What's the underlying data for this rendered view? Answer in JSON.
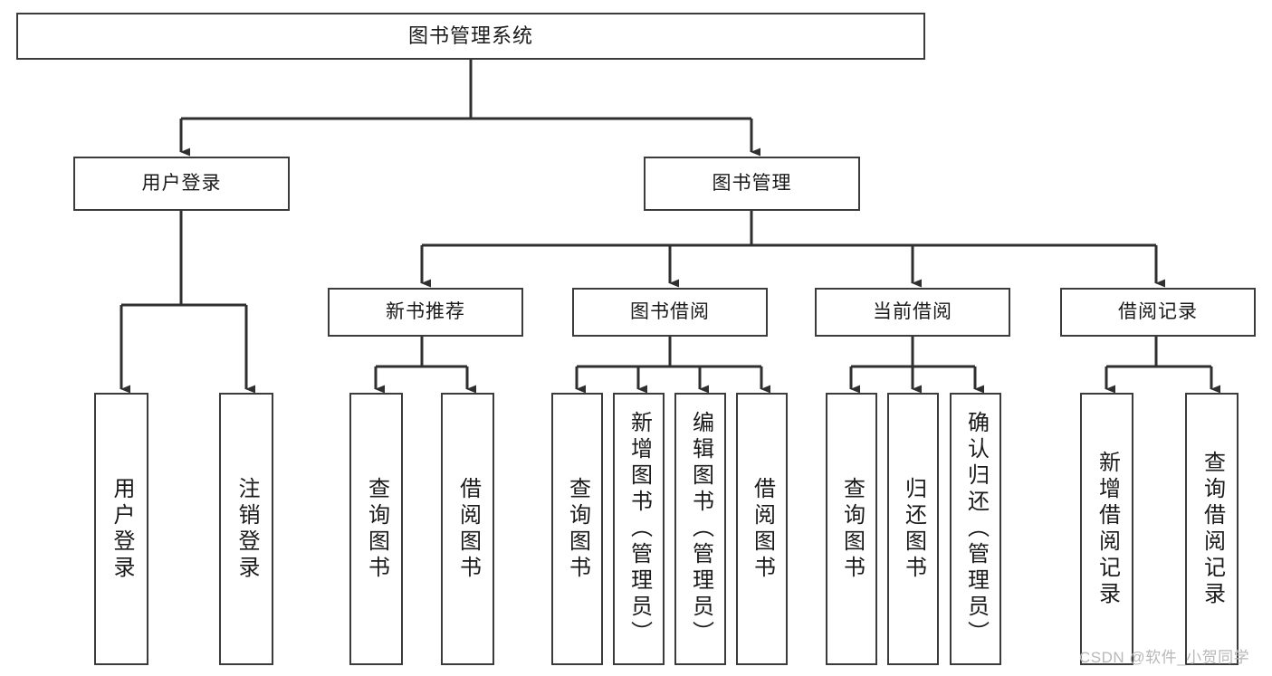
{
  "diagram": {
    "type": "tree",
    "title": "图书管理系统",
    "orientation": "top-down",
    "colors": {
      "box_border": "#3b3b3b",
      "box_fill": "#ffffff",
      "connector": "#2f2f2f",
      "text": "#1a1a1a",
      "watermark": "#b8b8b8",
      "background": "#ffffff"
    },
    "root": {
      "label": "图书管理系统"
    },
    "level1": [
      {
        "label": "用户登录"
      },
      {
        "label": "图书管理"
      }
    ],
    "level2": [
      {
        "label": "新书推荐"
      },
      {
        "label": "图书借阅"
      },
      {
        "label": "当前借阅"
      },
      {
        "label": "借阅记录"
      }
    ],
    "leaves": {
      "user_login": [
        {
          "label": "用户登录"
        },
        {
          "label": "注销登录"
        }
      ],
      "new_book_recommend": [
        {
          "label": "查询图书"
        },
        {
          "label": "借阅图书"
        }
      ],
      "book_borrow": [
        {
          "label": "查询图书"
        },
        {
          "label": "新增图书（管理员）"
        },
        {
          "label": "编辑图书（管理员）"
        },
        {
          "label": "借阅图书"
        }
      ],
      "current_borrow": [
        {
          "label": "查询图书"
        },
        {
          "label": "归还图书"
        },
        {
          "label": "确认归还（管理员）"
        }
      ],
      "borrow_records": [
        {
          "label": "新增借阅记录"
        },
        {
          "label": "查询借阅记录"
        }
      ]
    }
  },
  "watermark": {
    "text": "CSDN @软件_小贺同学"
  }
}
